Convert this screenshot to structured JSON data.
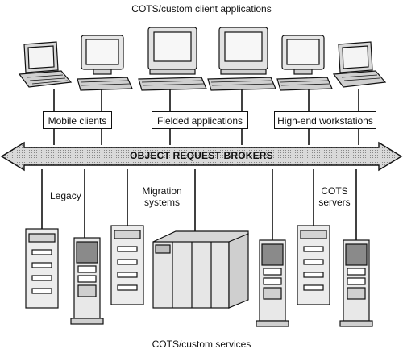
{
  "header_title": "COTS/custom client applications",
  "client_groups": [
    {
      "label": "Mobile clients"
    },
    {
      "label": "Fielded applications"
    },
    {
      "label": "High-end workstations"
    }
  ],
  "broker_label": "OBJECT REQUEST BROKERS",
  "server_labels": {
    "legacy": "Legacy",
    "migration_line1": "Migration",
    "migration_line2": "systems",
    "cots_line1": "COTS",
    "cots_line2": "servers"
  },
  "footer_title": "COTS/custom services",
  "colors": {
    "stroke": "#111111",
    "fill_light": "#e6e6e6",
    "fill_mid": "#cfcfcf",
    "fill_dark": "#8a8a8a"
  }
}
